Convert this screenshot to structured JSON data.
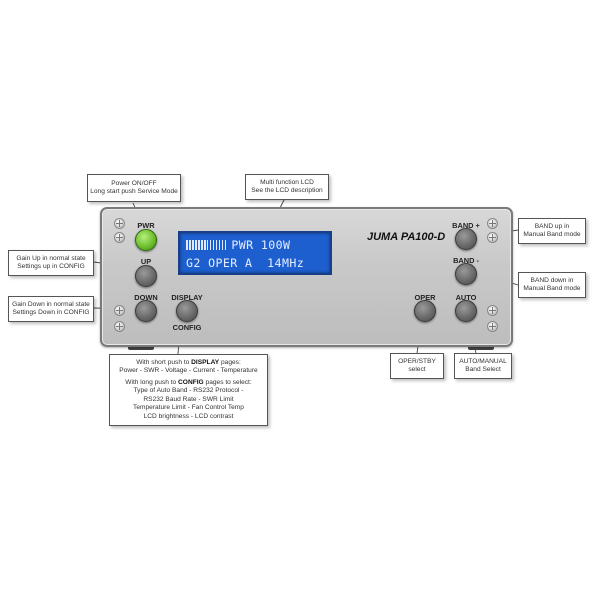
{
  "device": {
    "brand": "JUMA PA100-D",
    "lcd": {
      "line1": "PWR 100W",
      "line2": "G2 OPER A  14MHz",
      "bargraph_segments": 14
    },
    "buttons": {
      "pwr": "PWR",
      "up": "UP",
      "down": "DOWN",
      "display": "DISPLAY",
      "config": "CONFIG",
      "band_plus": "BAND +",
      "band_minus": "BAND -",
      "oper": "OPER",
      "auto": "AUTO"
    },
    "colors": {
      "pwr_button": "#6fbf30",
      "lcd_background": "#1e5fd0",
      "panel": "#c9c9c9"
    }
  },
  "callouts": {
    "power": [
      "Power ON/OFF",
      "Long start push Service Mode"
    ],
    "lcd": [
      "Multi function LCD",
      "See the LCD description"
    ],
    "gain_up": [
      "Gain Up in normal state",
      "Settings up in CONFIG"
    ],
    "gain_down": [
      "Gain Down in normal state",
      "Settings Down in CONFIG"
    ],
    "band_up": [
      "BAND up in",
      "Manual Band mode"
    ],
    "band_down": [
      "BAND down in",
      "Manual Band mode"
    ],
    "oper": [
      "OPER/STBY",
      "select"
    ],
    "auto": [
      "AUTO/MANUAL",
      "Band Select"
    ],
    "display": {
      "line1_prefix": "With short push to ",
      "line1_bold": "DISPLAY",
      "line1_suffix": " pages:",
      "line2": "Power - SWR - Voltage - Current - Temperature",
      "line3_prefix": "With long push to ",
      "line3_bold": "CONFIG",
      "line3_suffix": " pages to select:",
      "line4": "Type of Auto Band - RS232 Protocol -",
      "line5": "RS232 Baud Rate - SWR Limit",
      "line6": "Temperature Limit - Fan Control Temp",
      "line7": "LCD brightness - LCD contrast"
    }
  }
}
